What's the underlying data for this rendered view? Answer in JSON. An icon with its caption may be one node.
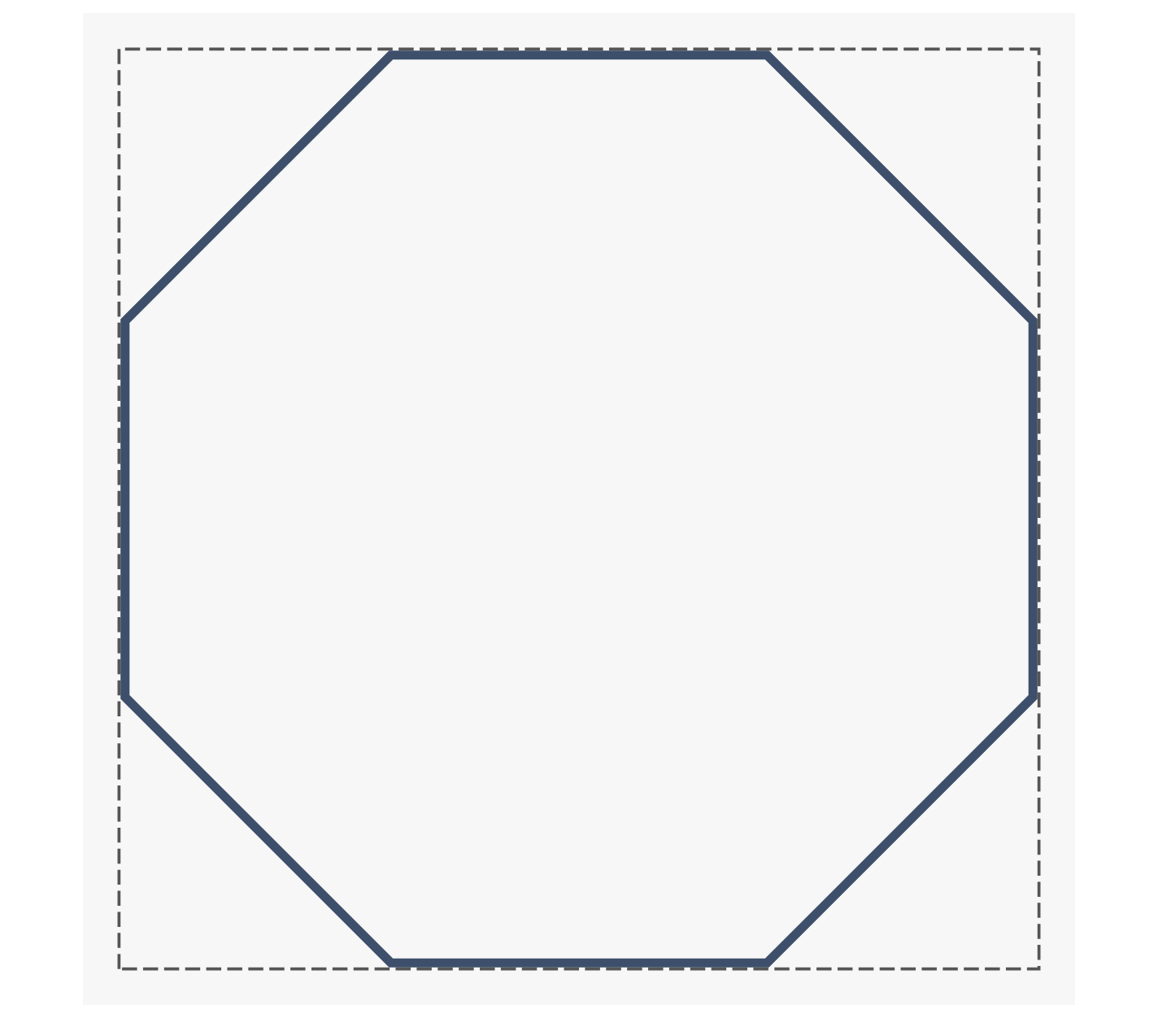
{
  "diagram": {
    "nodes": [
      {
        "text": [],
        "shape": "box"
      },
      {
        "text": [],
        "shape": "octagon",
        "in": 0
      }
    ]
  }
}
